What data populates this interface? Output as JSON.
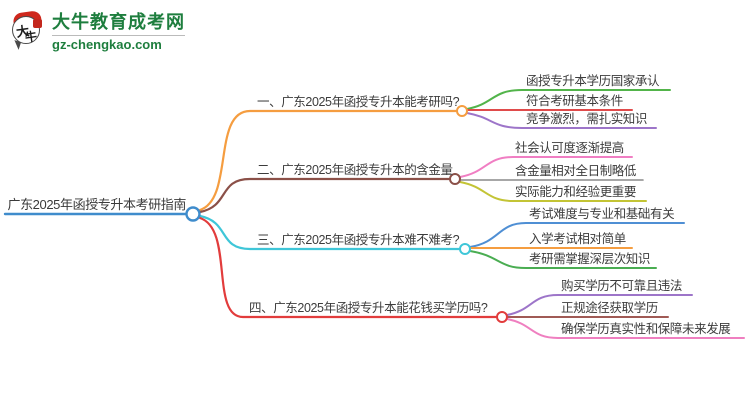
{
  "logo": {
    "title": "大牛教育成考网",
    "url": "gz-chengkao.com",
    "icon_char_1": "大",
    "icon_char_2": "牛",
    "brand_green": "#1e7e3e",
    "icon_red": "#cf281d"
  },
  "mindmap": {
    "background": "#ffffff",
    "text_color": "#3c3c3c",
    "root": {
      "label": "广东2025年函授专升本考研指南",
      "color": "#3f8ccc"
    },
    "branches": [
      {
        "label": "一、广东2025年函授专升本能考研吗?",
        "color": "#f59d40",
        "children": [
          {
            "label": "函授专升本学历国家承认",
            "color": "#52b44a"
          },
          {
            "label": "符合考研基本条件",
            "color": "#e04b4b"
          },
          {
            "label": "竞争激烈，需扎实知识",
            "color": "#9d75c9"
          }
        ]
      },
      {
        "label": "二、广东2025年函授专升本的含金量",
        "color": "#8b5048",
        "children": [
          {
            "label": "社会认可度逐渐提高",
            "color": "#f07ec3"
          },
          {
            "label": "含金量相对全日制略低",
            "color": "#8a8a8a"
          },
          {
            "label": "实际能力和经验更重要",
            "color": "#c3c435"
          }
        ]
      },
      {
        "label": "三、广东2025年函授专升本难不难考?",
        "color": "#3fc6d8",
        "children": [
          {
            "label": "考试难度与专业和基础有关",
            "color": "#4f8fd4"
          },
          {
            "label": "入学考试相对简单",
            "color": "#f59d40"
          },
          {
            "label": "考研需掌握深层次知识",
            "color": "#4aad52"
          }
        ]
      },
      {
        "label": "四、广东2025年函授专升本能花钱买学历吗?",
        "color": "#e23c3c",
        "children": [
          {
            "label": "购买学历不可靠且违法",
            "color": "#9d75c9"
          },
          {
            "label": "正规途径获取学历",
            "color": "#a05a55"
          },
          {
            "label": "确保学历真实性和保障未来发展",
            "color": "#ef7fc0"
          }
        ]
      }
    ]
  }
}
